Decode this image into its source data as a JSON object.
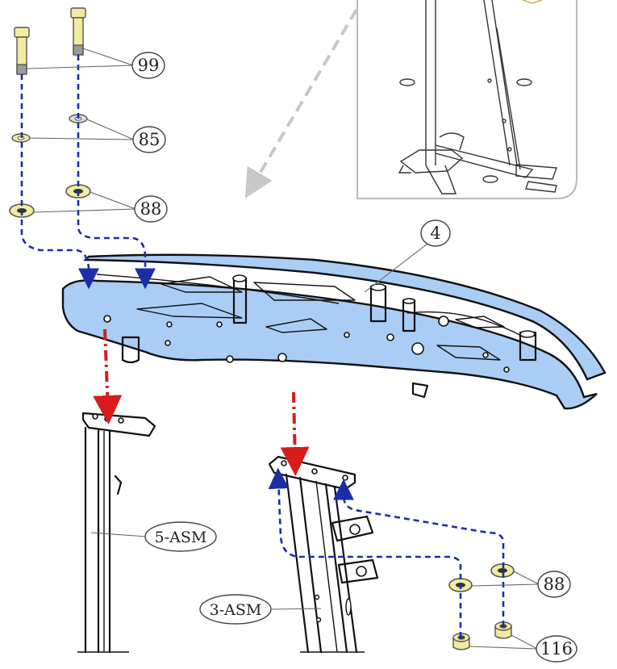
{
  "diagram": {
    "callouts": [
      {
        "id": "callout-99",
        "label": "99"
      },
      {
        "id": "callout-85",
        "label": "85"
      },
      {
        "id": "callout-88-top",
        "label": "88"
      },
      {
        "id": "callout-4",
        "label": "4"
      },
      {
        "id": "callout-5asm",
        "label": "5-ASM"
      },
      {
        "id": "callout-3asm",
        "label": "3-ASM"
      },
      {
        "id": "callout-88-bottom",
        "label": "88"
      },
      {
        "id": "callout-116",
        "label": "116"
      }
    ]
  },
  "colors": {
    "frame_fill": "#a9cdf5",
    "hardware_fill": "#f1eba0",
    "hardware_stroke": "#555555",
    "path_blue": "#1c2ea6",
    "path_red": "#d81b1b",
    "inset_border": "#b9b9b9"
  }
}
